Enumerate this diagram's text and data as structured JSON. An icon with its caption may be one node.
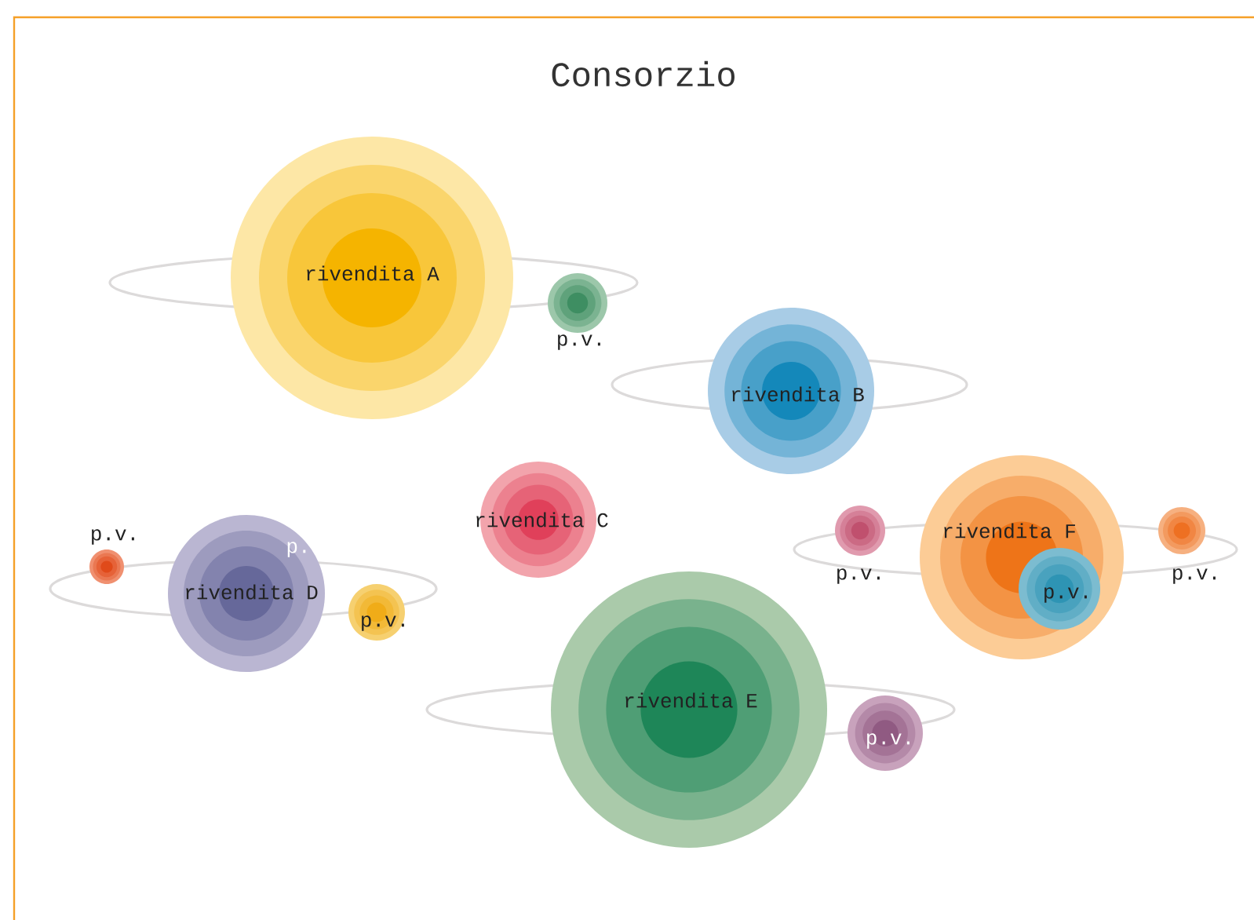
{
  "diagram": {
    "title": "Consorzio",
    "nodes": [
      {
        "text": [
          "rivendita A"
        ]
      },
      {
        "text": [
          "p.v."
        ]
      },
      {
        "text": [
          "rivendita B"
        ]
      },
      {
        "text": [
          "rivendita  C"
        ]
      },
      {
        "text": [
          "p.v."
        ]
      },
      {
        "text": [
          "rivendita D"
        ]
      },
      {
        "text": [
          "p.v."
        ]
      },
      {
        "text": [
          "p.v."
        ]
      },
      {
        "text": [
          "rivendita F"
        ]
      },
      {
        "text": [
          "p.v."
        ],
        "in": 8
      },
      {
        "text": [
          "p.v."
        ]
      },
      {
        "text": [
          "rivendita E"
        ]
      },
      {
        "text": [
          "p.v."
        ]
      }
    ],
    "labels": [
      "p."
    ]
  }
}
